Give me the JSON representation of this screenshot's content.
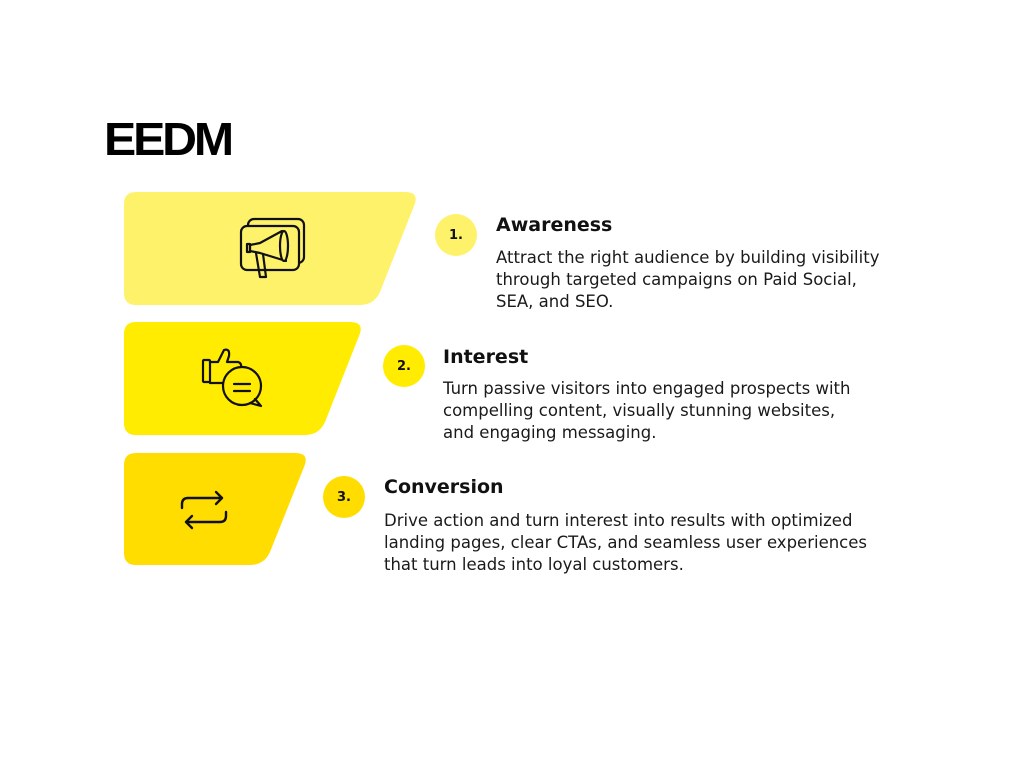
{
  "brand": {
    "logo_text": "EEDM"
  },
  "steps": [
    {
      "number": "1.",
      "title": "Awareness",
      "description": "Attract the right audience by building visibility through targeted campaigns on Paid Social, SEA, and SEO.",
      "icon": "megaphone-icon",
      "color": "#FFF26B"
    },
    {
      "number": "2.",
      "title": "Interest",
      "description": "Turn passive visitors into engaged prospects with compelling content, visually stunning websites, and engaging messaging.",
      "icon": "thumbs-up-chat-icon",
      "color": "#FFEC00"
    },
    {
      "number": "3.",
      "title": "Conversion",
      "description": "Drive action and turn interest into results with optimized landing pages, clear CTAs, and seamless user experiences that turn leads into loyal customers.",
      "icon": "repeat-arrows-icon",
      "color": "#FFDD00"
    }
  ]
}
